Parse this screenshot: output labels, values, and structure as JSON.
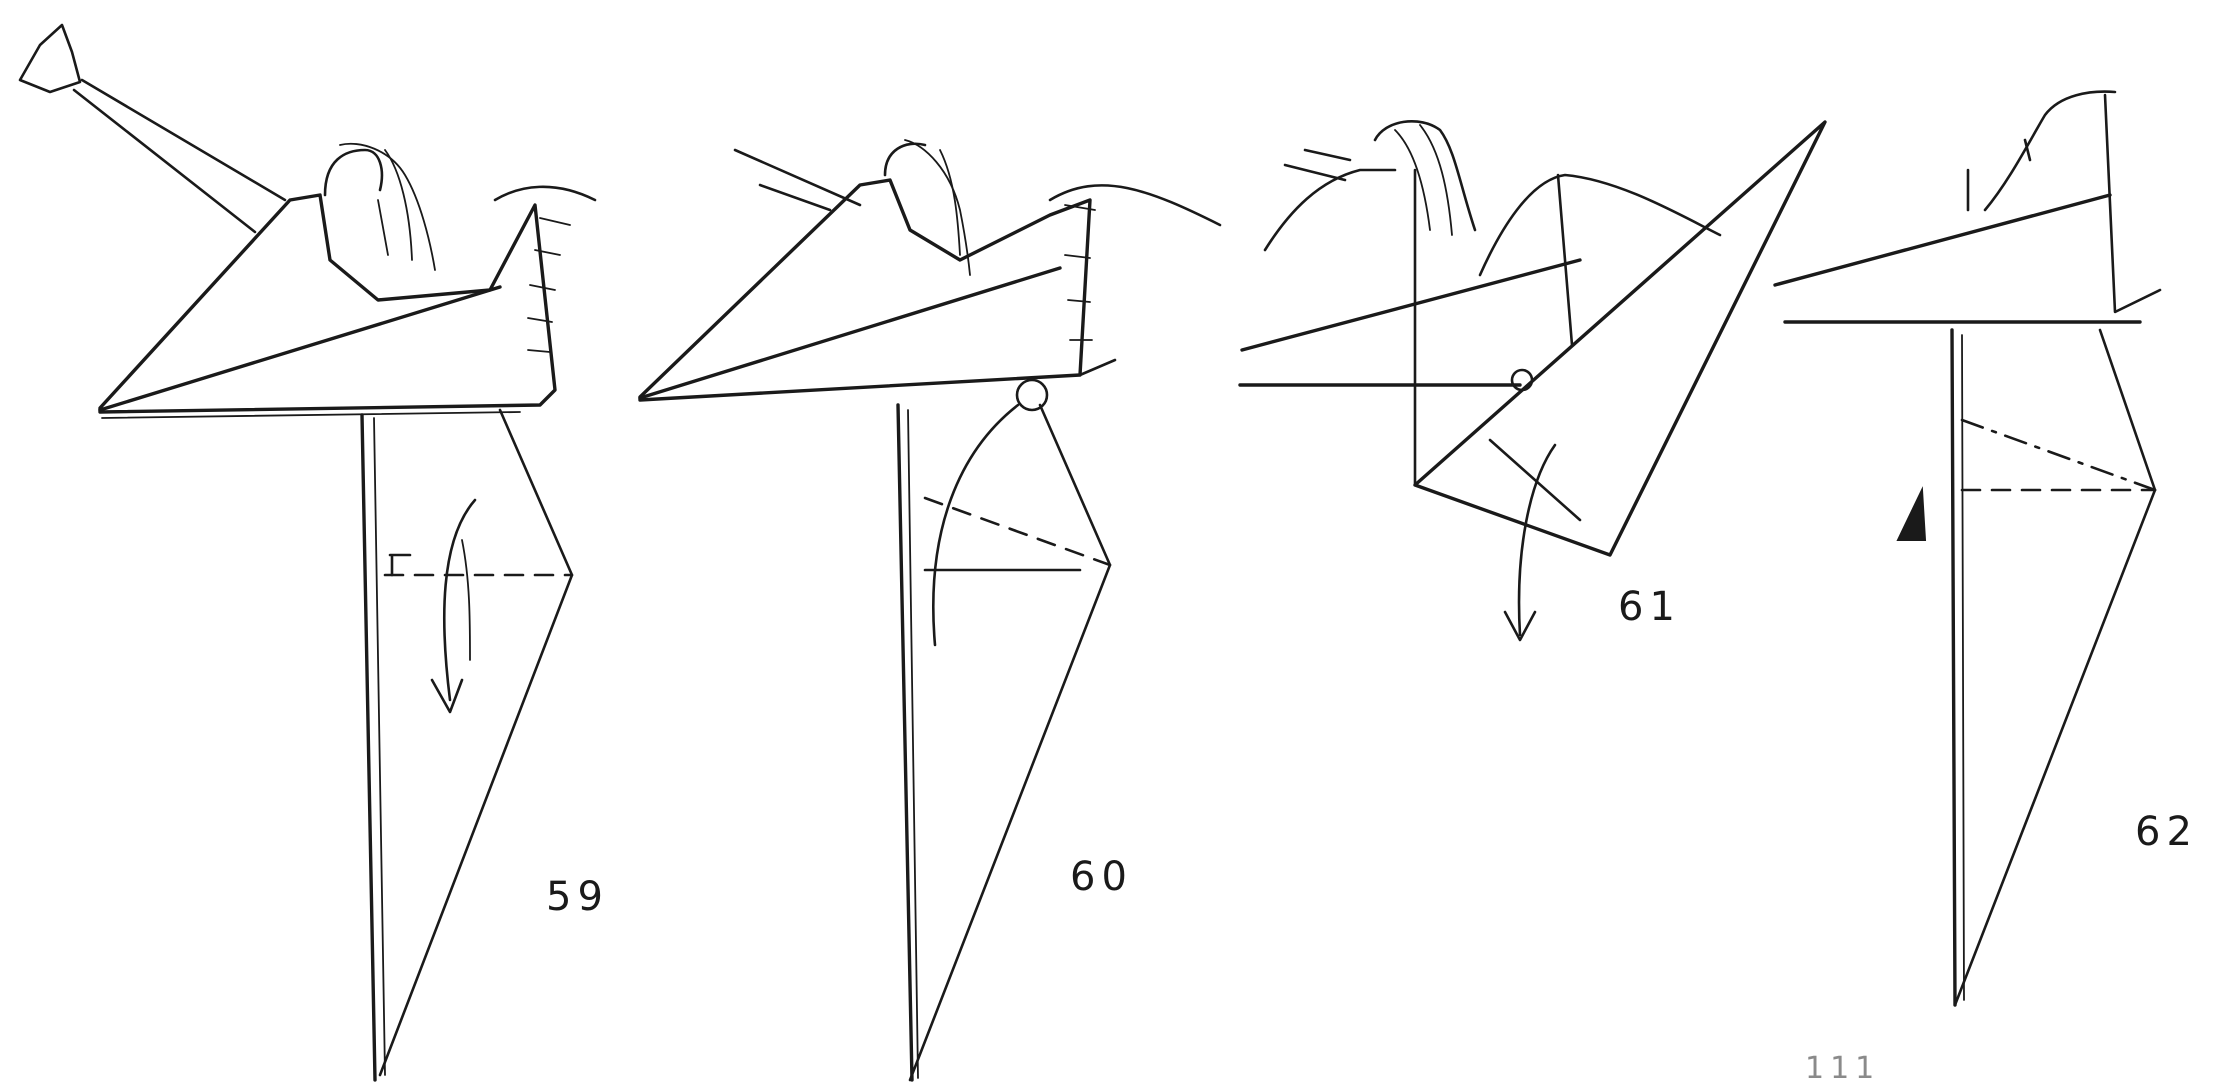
{
  "steps": [
    {
      "number": "59"
    },
    {
      "number": "60"
    },
    {
      "number": "61"
    },
    {
      "number": "62"
    }
  ],
  "page_mark": "111"
}
